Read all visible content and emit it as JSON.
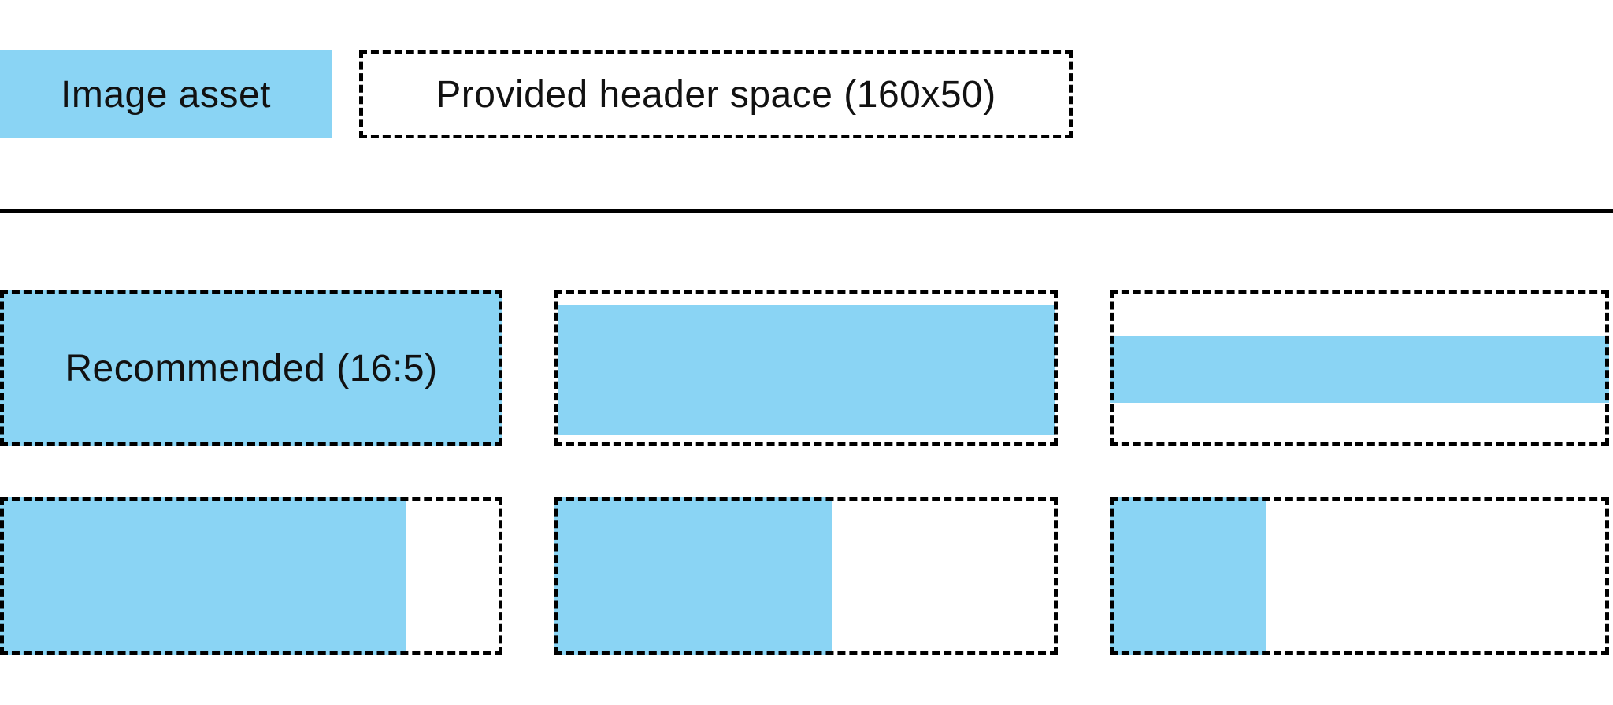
{
  "legend": {
    "image_asset_label": "Image asset",
    "header_space_label": "Provided header space (160x50)"
  },
  "examples": {
    "recommended_label": "Recommended (16:5)"
  },
  "colors": {
    "asset_blue": "#8AD4F4",
    "line_black": "#000000",
    "text_black": "#111111"
  }
}
